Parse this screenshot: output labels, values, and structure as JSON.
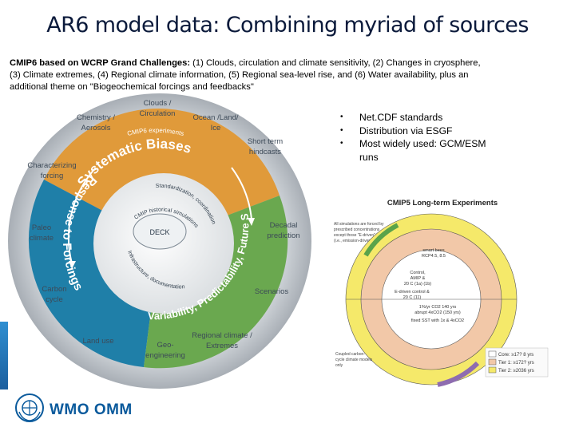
{
  "slide": {
    "title": "AR6 model data: Combining myriad of sources",
    "intro_bold": "CMIP6 based on WCRP Grand Challenges:",
    "intro_text": " (1) Clouds, circulation and climate sensitivity, (2) Changes in cryosphere, (3) Climate extremes, (4) Regional climate information, (5) Regional sea-level rise, and (6) Water availability, plus an additional theme on \"Biogeochemical forcings and feedbacks\"",
    "bullets": [
      "Net.CDF standards",
      "Distribution via ESGF",
      "Most widely used: GCM/ESM runs"
    ]
  },
  "cmip6_diagram": {
    "outer_labels": {
      "clouds": "Clouds / Circulation",
      "ocean": "Ocean /Land/ Ice",
      "chemistry": "Chemistry / Aerosols",
      "short_term": "Short term hindcasts",
      "characterizing": "Characterizing forcing",
      "decadal": "Decadal prediction",
      "paleo": "Paleo climate",
      "carbon": "Carbon cycle",
      "scenarios": "Scenarios",
      "land_use": "Land use",
      "geo": "Geo- engineering",
      "regional": "Regional climate / Extremes"
    },
    "ring_labels": {
      "experiments": "CMIP6 experiments",
      "systematic": "Systematic Biases",
      "response": "Response to Forcings",
      "variability": "Variability, Predictability, Future Scenarios"
    },
    "inner_labels": {
      "standardization": "Standardization, coordination",
      "historical": "CMIP historical simulations",
      "infrastructure": "Infrastructure, documentation",
      "deck": "DECK"
    }
  },
  "cmip5_diagram": {
    "title": "CMIP5 Long-term Experiments",
    "note": "All simulations are forced by prescribed concentrations except those \"E-driven\" (i.e., emission-driven)",
    "core": "Core: ≥17? 8 yrs",
    "tier1": "Tier 1: ≥172? yrs",
    "tier2": "Tier 2: ≥2036 yrs",
    "control": "Control, AMIP & 20 C (1a) (1b)",
    "edriven": "E-driven control & 20 C (11)",
    "ecoupled": "Coupled carbon-cycle climate models only"
  },
  "footer": {
    "logo_text": "WMO OMM"
  },
  "colors": {
    "title": "#0b1a3b",
    "outer_ring": "#bcc2c8",
    "systematic_ring": "#e09a3a",
    "response_ring": "#1f7fa8",
    "variability_ring": "#6aa84f",
    "wmo_blue": "#0a5a9c"
  }
}
